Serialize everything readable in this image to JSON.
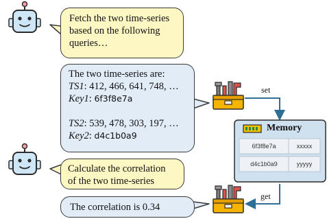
{
  "query_bubble": {
    "line1": "Fetch the two time-series",
    "line2": "based on the following",
    "line3": "queries…"
  },
  "response_bubble": {
    "intro": "The two time-series are:",
    "ts1_label": "TS1",
    "ts1_values": ": 412, 466, 641, 748, …",
    "key1_label": "Key1",
    "key1_value": "6f3f8e7a",
    "ts2_label": "TS2",
    "ts2_values": ": 539, 478, 303, 197, …",
    "key2_label": "Key2",
    "key2_value": "d4c1b0a9"
  },
  "calc_bubble": {
    "line1": "Calculate the correlation",
    "line2": "of the two time-series"
  },
  "result_bubble": {
    "text": "The correlation is 0.34"
  },
  "memory": {
    "title": "Memory",
    "rows": [
      {
        "key": "6f3f8e7a",
        "value": "xxxxx"
      },
      {
        "key": "d4c1b0a9",
        "value": "yyyyy"
      }
    ]
  },
  "arrows": {
    "set_label": "set",
    "get_label": "get"
  },
  "colors": {
    "yellow_bubble": "#fdf7c3",
    "blue_bubble": "#e2ecf7",
    "memory_panel": "#cfe0ef",
    "arrow": "#2f6f95",
    "toolbox": "#f5b400",
    "robot_head": "#cfe6f7"
  }
}
